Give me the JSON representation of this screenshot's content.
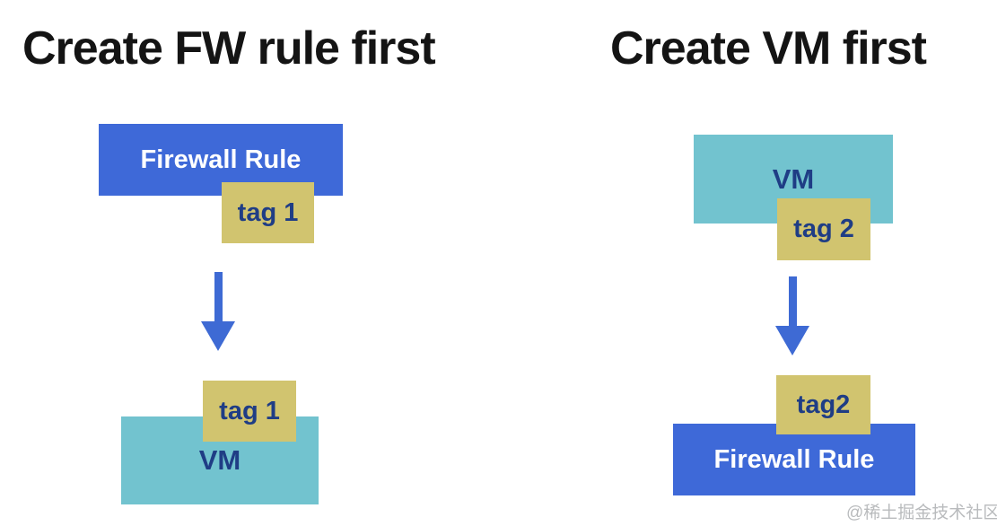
{
  "colors": {
    "blue": "#3e69d8",
    "teal": "#72c3cf",
    "khaki": "#d1c46f",
    "navy": "#1f3d85",
    "arrow": "#3e6ad4",
    "watermark": "#b9bbbd",
    "title_text": "#141414",
    "firewall_text": "#ffffff"
  },
  "left": {
    "title": "Create FW rule first",
    "firewall_label": "Firewall Rule",
    "tag_top_label": "tag 1",
    "tag_bottom_label": "tag 1",
    "vm_label": "VM"
  },
  "right": {
    "title": "Create VM first",
    "vm_label": "VM",
    "tag_top_label": "tag 2",
    "tag_bottom_label": "tag2",
    "firewall_label": "Firewall Rule"
  },
  "watermark": {
    "text": "@稀土掘金技术社区"
  }
}
